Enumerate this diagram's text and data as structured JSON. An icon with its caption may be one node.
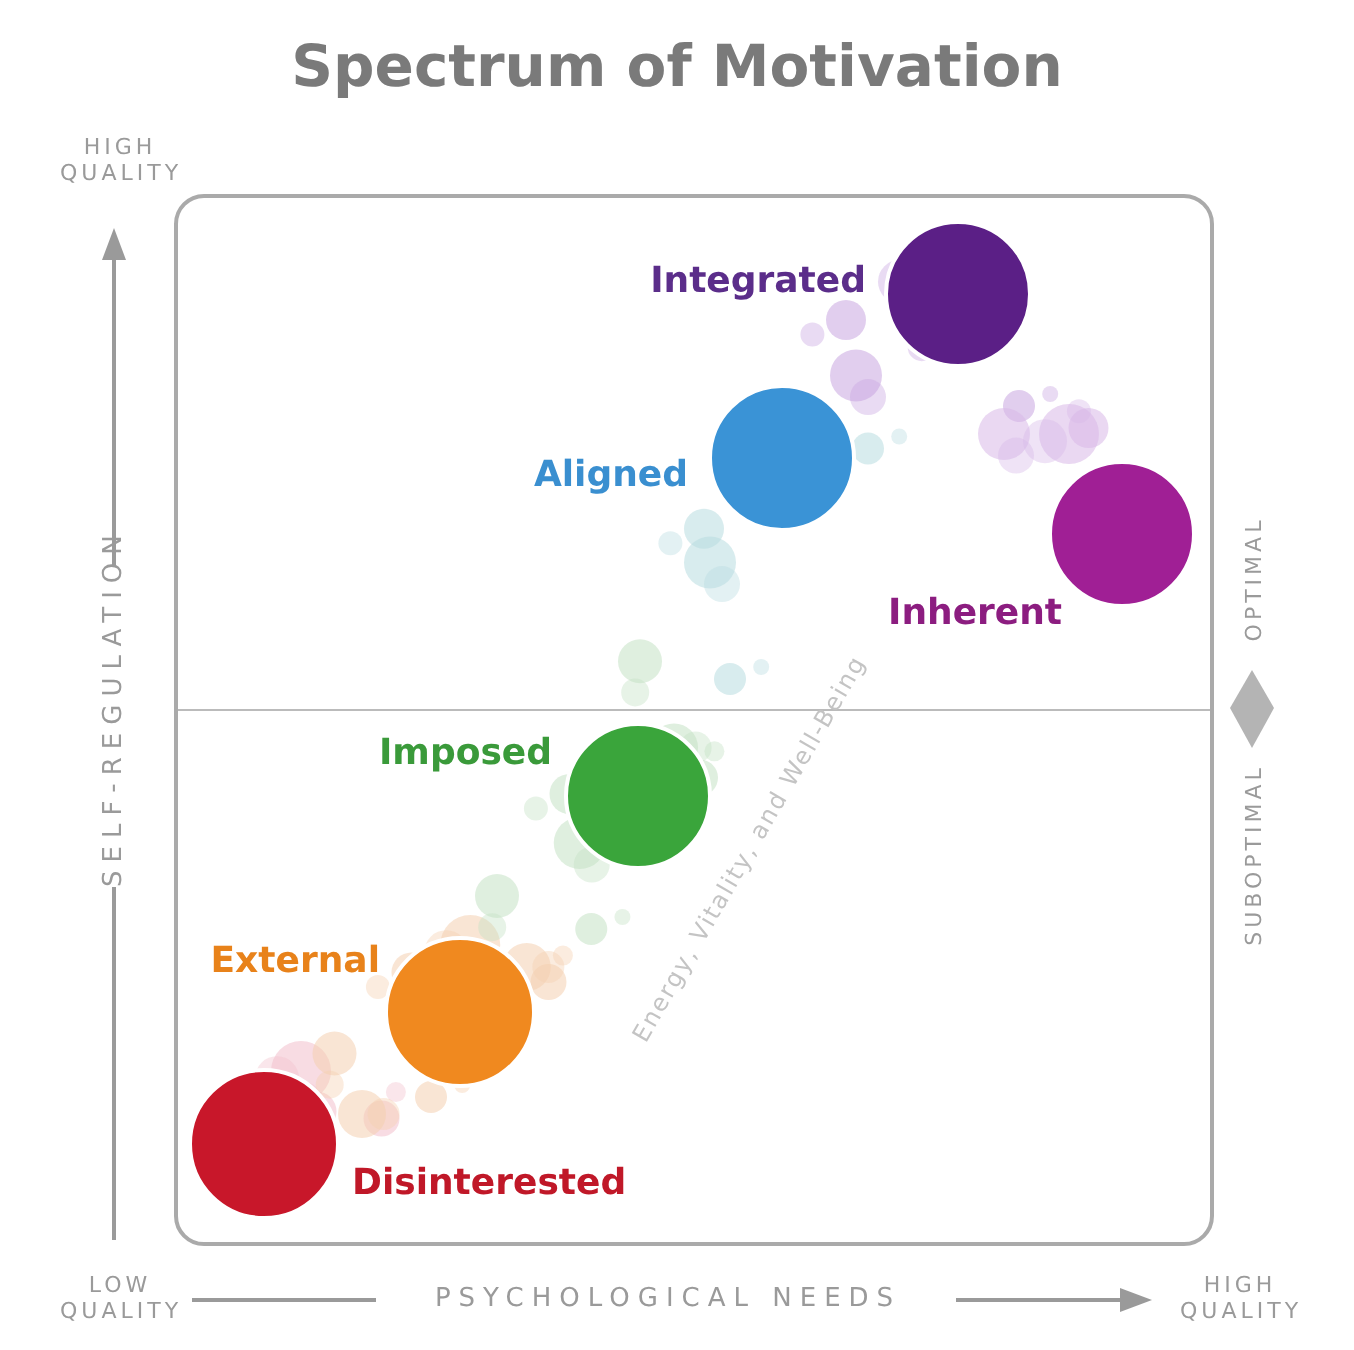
{
  "diagram": {
    "title": "Spectrum of Motivation",
    "nodes": [
      {
        "text": [
          "Integrated"
        ]
      },
      {
        "text": [
          "Aligned"
        ]
      },
      {
        "text": [
          "Inherent"
        ]
      },
      {
        "text": [
          "Imposed"
        ]
      },
      {
        "text": [
          "External"
        ]
      },
      {
        "text": [
          "Disinterested"
        ]
      }
    ],
    "labels": [
      "HIGH QUALITY",
      "SELF-REGULATION",
      "OPTIMAL",
      "SUBOPTIMAL",
      "Energy, Vitality, and Well-Being",
      "LOW QUALITY",
      "PSYCHOLOGICAL NEEDS",
      "HIGH QUALITY"
    ]
  }
}
